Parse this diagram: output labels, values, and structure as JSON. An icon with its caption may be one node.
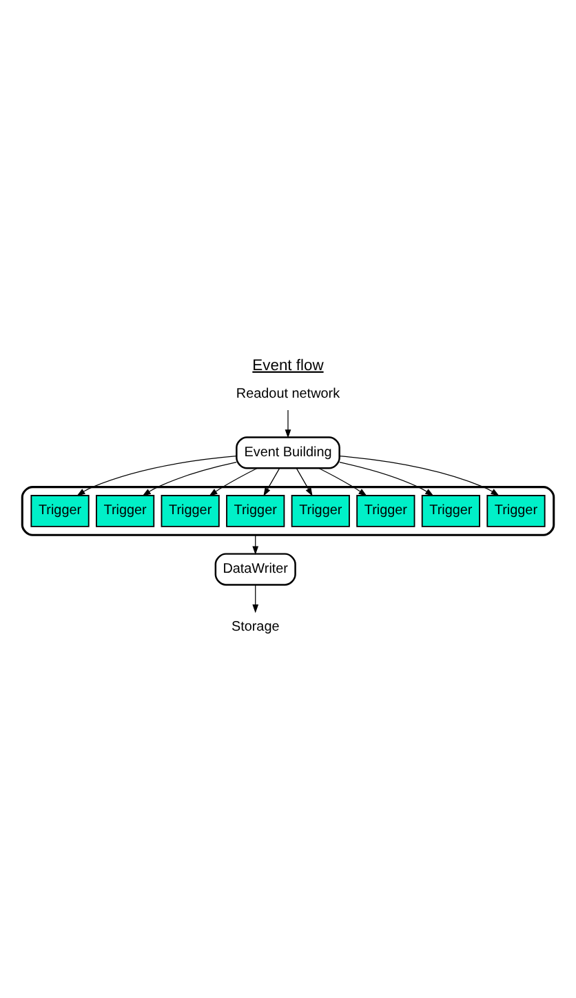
{
  "diagram": {
    "title": "Event flow",
    "nodes": [
      {
        "text": [
          "Readout network"
        ]
      },
      {
        "text": [
          "Event Building"
        ]
      },
      {
        "text": [],
        "shape": "box"
      },
      {
        "text": [
          "Trigger"
        ],
        "in": 2
      },
      {
        "text": [
          "Trigger"
        ],
        "in": 2
      },
      {
        "text": [
          "Trigger"
        ],
        "in": 2
      },
      {
        "text": [
          "Trigger"
        ],
        "in": 2
      },
      {
        "text": [
          "Trigger"
        ],
        "in": 2
      },
      {
        "text": [
          "Trigger"
        ],
        "in": 2
      },
      {
        "text": [
          "Trigger"
        ],
        "in": 2
      },
      {
        "text": [
          "Trigger"
        ],
        "in": 2
      },
      {
        "text": [
          "DataWriter"
        ]
      },
      {
        "text": [
          "Storage"
        ]
      }
    ],
    "edges": [
      {
        "from": 0,
        "to": 1,
        "arrow": "to"
      },
      {
        "from": 1,
        "to": 3,
        "arrow": "to"
      },
      {
        "from": 1,
        "to": 4,
        "arrow": "to"
      },
      {
        "from": 1,
        "to": 5,
        "arrow": "to"
      },
      {
        "from": 1,
        "to": 6,
        "arrow": "to"
      },
      {
        "from": 1,
        "to": 7,
        "arrow": "to"
      },
      {
        "from": 1,
        "to": 8,
        "arrow": "to"
      },
      {
        "from": 1,
        "to": 9,
        "arrow": "to"
      },
      {
        "from": 1,
        "to": 10,
        "arrow": "to"
      },
      {
        "from": 2,
        "to": 11,
        "arrow": "to"
      },
      {
        "from": 11,
        "to": 12,
        "arrow": "to"
      }
    ]
  }
}
